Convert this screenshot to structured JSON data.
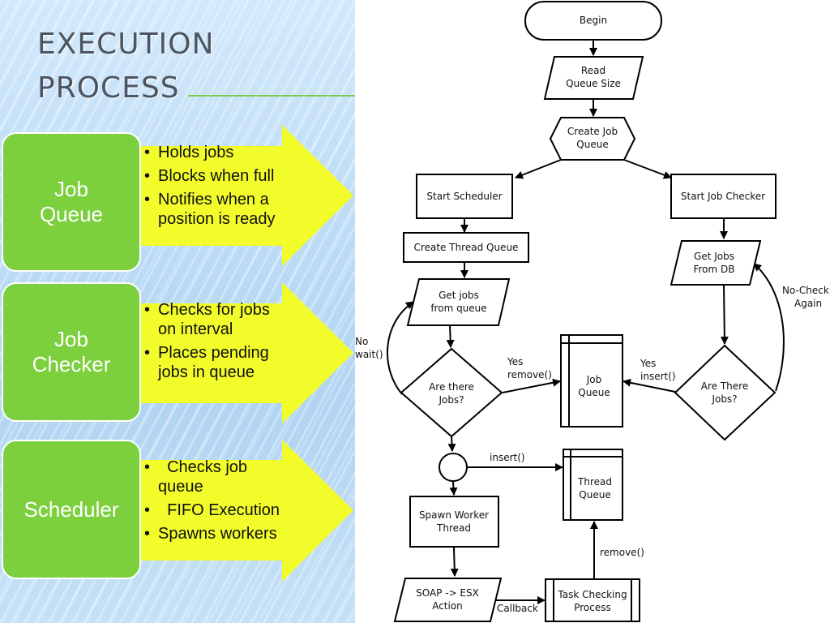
{
  "slide": {
    "title_lines": [
      "EXECUTION",
      "PROCESS"
    ]
  },
  "panels": [
    {
      "box_lines": [
        "Job",
        "Queue"
      ],
      "bullets": [
        [
          "Holds jobs"
        ],
        [
          "Blocks when full"
        ],
        [
          "Notifies when a",
          "position is ready"
        ]
      ]
    },
    {
      "box_lines": [
        "Job",
        "Checker"
      ],
      "bullets": [
        [
          "Checks for jobs",
          "on interval"
        ],
        [
          " Places pending",
          "jobs in queue"
        ]
      ]
    },
    {
      "box_lines": [
        "Scheduler"
      ],
      "bullets": [
        [
          "  Checks job",
          "queue"
        ],
        [
          "  FIFO Execution"
        ],
        [
          "Spawns workers"
        ]
      ]
    }
  ],
  "colors": {
    "green": "#7ccf3d",
    "arrow_yellow": "#f3fc2b",
    "title_gray": "#4b5561",
    "rule_green": "#7ccb52"
  },
  "flowchart": {
    "nodes": {
      "begin": [
        "Begin"
      ],
      "read_queue_size": [
        "Read",
        "Queue Size"
      ],
      "create_job_queue": [
        "Create Job",
        "Queue"
      ],
      "start_scheduler": [
        "Start Scheduler"
      ],
      "start_job_checker": [
        "Start Job Checker"
      ],
      "create_thread_queue": [
        "Create Thread Queue"
      ],
      "get_jobs_from_queue": [
        "Get jobs",
        "from queue"
      ],
      "get_jobs_from_db": [
        "Get Jobs",
        "From DB"
      ],
      "are_there_jobs_left": [
        "Are there",
        "Jobs?"
      ],
      "are_there_jobs_right": [
        "Are There",
        "Jobs?"
      ],
      "job_queue_store": [
        "Job",
        "Queue"
      ],
      "thread_queue_store": [
        "Thread",
        "Queue"
      ],
      "spawn_worker_thread": [
        "Spawn Worker",
        "Thread"
      ],
      "soap_esx_action": [
        "SOAP -> ESX",
        "Action"
      ],
      "task_checking_process": [
        "Task Checking",
        "Process"
      ]
    },
    "edge_labels": {
      "no_wait": [
        "No",
        "wait()"
      ],
      "yes_remove": [
        "Yes",
        "remove()"
      ],
      "yes_insert": [
        "Yes",
        "insert()"
      ],
      "no_check_again": [
        "No-Check",
        "Again"
      ],
      "insert": [
        "insert()"
      ],
      "remove": [
        "remove()"
      ],
      "callback": [
        "Callback"
      ]
    }
  }
}
